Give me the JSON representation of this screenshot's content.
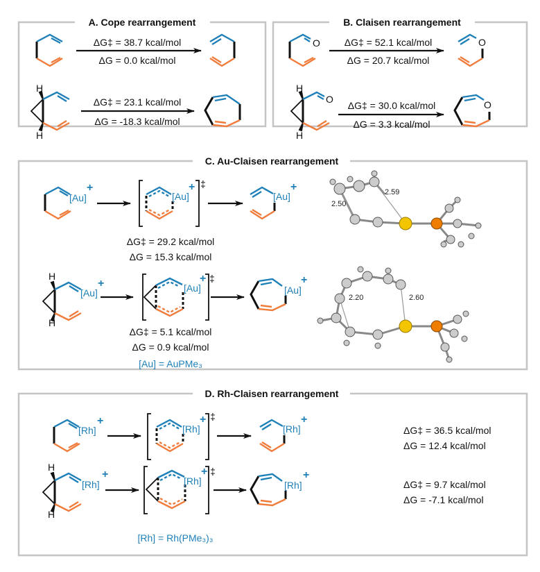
{
  "panels": {
    "A": {
      "title": "A. Cope rearrangement",
      "rows": [
        {
          "dg_ts": "ΔG‡ = 38.7 kcal/mol",
          "dg": "ΔG = 0.0 kcal/mol"
        },
        {
          "dg_ts": "ΔG‡ = 23.1 kcal/mol",
          "dg": "ΔG = -18.3 kcal/mol"
        }
      ]
    },
    "B": {
      "title": "B. Claisen rearrangement",
      "rows": [
        {
          "dg_ts": "ΔG‡ = 52.1 kcal/mol",
          "dg": "ΔG = 20.7 kcal/mol"
        },
        {
          "dg_ts": "ΔG‡ = 30.0 kcal/mol",
          "dg": "ΔG = 3.3 kcal/mol"
        }
      ]
    },
    "C": {
      "title": "C. Au-Claisen rearrangement",
      "rows": [
        {
          "dg_ts": "ΔG‡ = 29.2 kcal/mol",
          "dg": "ΔG = 15.3 kcal/mol",
          "distances": [
            "2.50",
            "2.59"
          ]
        },
        {
          "dg_ts": "ΔG‡ = 5.1 kcal/mol",
          "dg": "ΔG = 0.9 kcal/mol",
          "distances": [
            "2.20",
            "2.60"
          ]
        }
      ],
      "metal": "[Au]",
      "definition": "[Au] = AuPMe₃"
    },
    "D": {
      "title": "D. Rh-Claisen rearrangement",
      "rows": [
        {
          "dg_ts": "ΔG‡ = 36.5 kcal/mol",
          "dg": "ΔG = 12.4 kcal/mol"
        },
        {
          "dg_ts": "ΔG‡ = 9.7 kcal/mol",
          "dg": "ΔG = -7.1 kcal/mol"
        }
      ],
      "metal": "[Rh]",
      "definition": "[Rh] = Rh(PMe₃)₃"
    }
  },
  "labels": {
    "H": "H",
    "O": "O",
    "plus": "+",
    "ts": "‡"
  },
  "colors": {
    "blue": "#1f80b8",
    "orange": "#f07c3c",
    "frame": "#c4c4c4"
  }
}
